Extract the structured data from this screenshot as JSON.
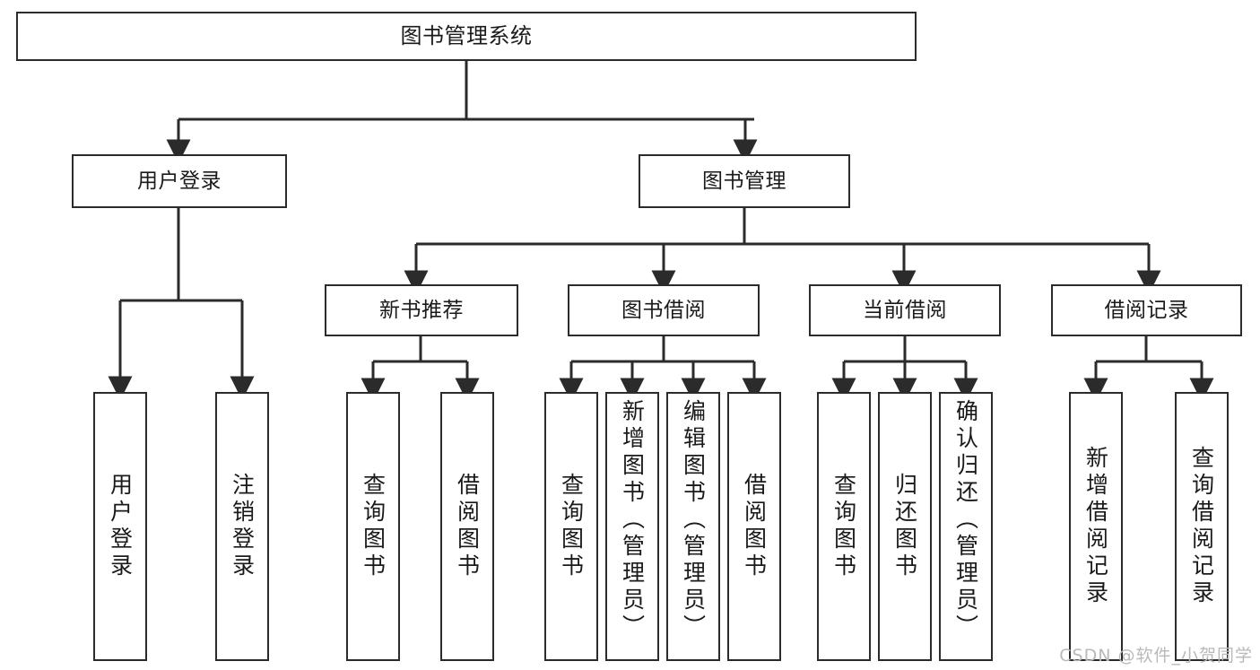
{
  "diagram": {
    "title": "图书管理系统",
    "type": "tree",
    "background_color": "#ffffff",
    "line_color": "#2b2b2b",
    "text_color": "#1a1a1a",
    "watermark": "CSDN @软件_小贺同学"
  },
  "nodes": {
    "root": {
      "label": "图书管理系统"
    },
    "level1": [
      {
        "id": "user-login",
        "label": "用户登录"
      },
      {
        "id": "book-manage",
        "label": "图书管理"
      }
    ],
    "level2": [
      {
        "id": "new-book-recommend",
        "label": "新书推荐"
      },
      {
        "id": "book-borrow",
        "label": "图书借阅"
      },
      {
        "id": "current-borrow",
        "label": "当前借阅"
      },
      {
        "id": "borrow-record",
        "label": "借阅记录"
      }
    ],
    "leaves": {
      "user_login": [
        {
          "id": "leaf-user-login",
          "label": "用户登录"
        },
        {
          "id": "leaf-logout-login",
          "label": "注销登录"
        }
      ],
      "new_book_recommend": [
        {
          "id": "leaf-query-book-1",
          "label": "查询图书"
        },
        {
          "id": "leaf-borrow-book-1",
          "label": "借阅图书"
        }
      ],
      "book_borrow": [
        {
          "id": "leaf-query-book-2",
          "label": "查询图书"
        },
        {
          "id": "leaf-add-book",
          "label": "新增图书（管理员）"
        },
        {
          "id": "leaf-edit-book",
          "label": "编辑图书（管理员）"
        },
        {
          "id": "leaf-borrow-book-2",
          "label": "借阅图书"
        }
      ],
      "current_borrow": [
        {
          "id": "leaf-query-book-3",
          "label": "查询图书"
        },
        {
          "id": "leaf-return-book",
          "label": "归还图书"
        },
        {
          "id": "leaf-confirm-return",
          "label": "确认归还（管理员）"
        }
      ],
      "borrow_record": [
        {
          "id": "leaf-add-record",
          "label": "新增借阅记录"
        },
        {
          "id": "leaf-query-record",
          "label": "查询借阅记录"
        }
      ]
    }
  }
}
